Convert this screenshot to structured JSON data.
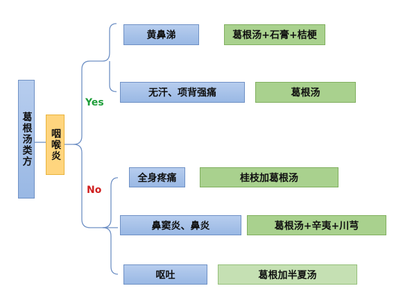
{
  "root": {
    "label": "葛根汤类方"
  },
  "condition": {
    "label": "咽喉炎"
  },
  "branches": {
    "yes": "Yes",
    "no": "No"
  },
  "symptoms": [
    "黄鼻涕",
    "无汗、项背强痛",
    "全身疼痛",
    "鼻窦炎、鼻炎",
    "呕吐"
  ],
  "formulas": [
    "葛根汤+石膏+桔梗",
    "葛根汤",
    "桂枝加葛根汤",
    "葛根汤+辛夷+川芎",
    "葛根加半夏汤"
  ],
  "colors": {
    "connector": "#6d8fc4",
    "symptom_fill": "#a4bfe8",
    "formula_fill_dark": "#a9d18e",
    "formula_fill_light": "#c5e0b3",
    "condition_fill": "#ffd57e",
    "yes_text": "#1e9e3a",
    "no_text": "#d02020"
  }
}
